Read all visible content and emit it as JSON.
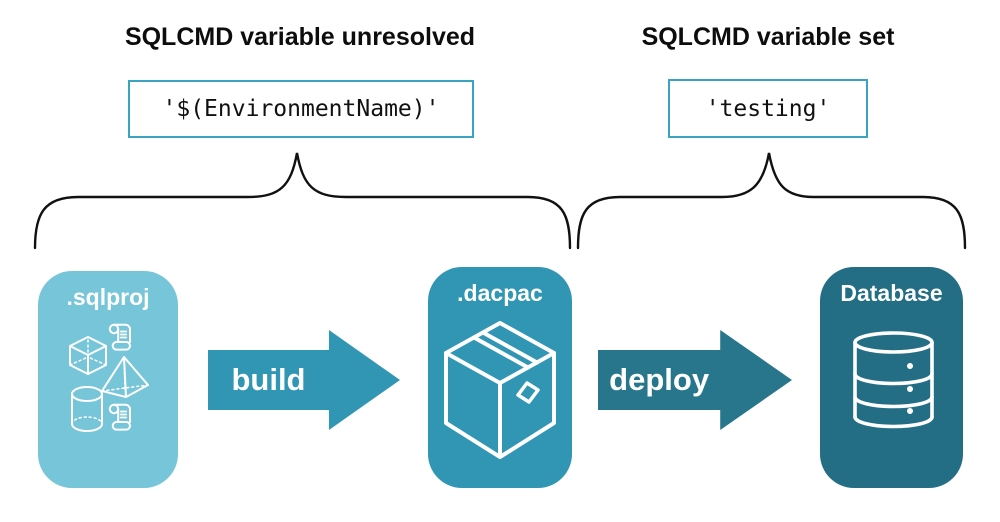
{
  "annotations": {
    "unresolved": {
      "heading": "SQLCMD variable unresolved",
      "value": "'$(EnvironmentName)'"
    },
    "resolved": {
      "heading": "SQLCMD variable set",
      "value": "'testing'"
    }
  },
  "pipeline": {
    "sqlproj_label": ".sqlproj",
    "build_label": "build",
    "dacpac_label": ".dacpac",
    "deploy_label": "deploy",
    "database_label": "Database"
  },
  "icons": {
    "sqlproj": [
      "scroll-icon",
      "cube-icon",
      "pyramid-icon",
      "cylinder-icon",
      "scroll-icon"
    ],
    "dacpac": "package-box-icon",
    "database": "database-cylinder-icon"
  },
  "colors": {
    "card_sqlproj": "#77C5D8",
    "card_dacpac": "#3096B4",
    "card_database": "#236E84",
    "arrow_build": "#3096B4",
    "arrow_deploy": "#27768C",
    "code_box_border": "#3AA3C1",
    "brace_stroke": "#111111",
    "text_dark": "#0D0D0D",
    "icon_white": "#FFFFFF"
  }
}
